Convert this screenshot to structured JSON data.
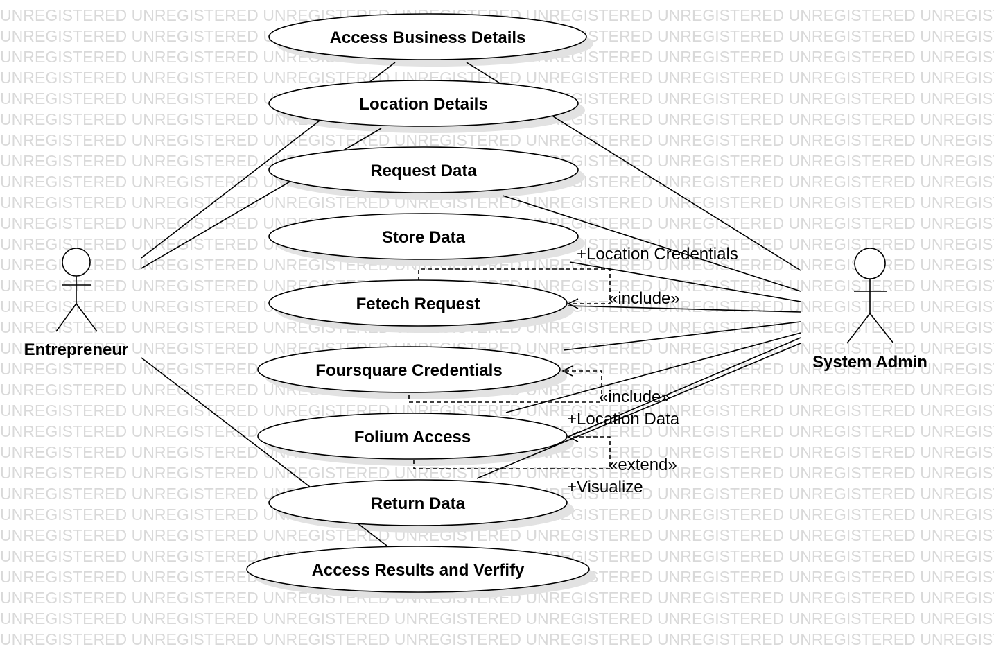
{
  "watermark": "UNREGISTERED",
  "actors": {
    "entrepreneur": "Entrepreneur",
    "system_admin": "System Admin"
  },
  "use_cases": [
    "Access Business Details",
    "Location Details",
    "Request Data",
    "Store Data",
    "Fetech Request",
    "Foursquare Credentials",
    "Folium Access",
    "Return Data",
    "Access Results and Verfify"
  ],
  "relations": {
    "location_credentials": "+Location Credentials",
    "include_1": "«include»",
    "include_2": "«include»",
    "location_data": "+Location Data",
    "extend": "«extend»",
    "visualize": "+Visualize"
  }
}
